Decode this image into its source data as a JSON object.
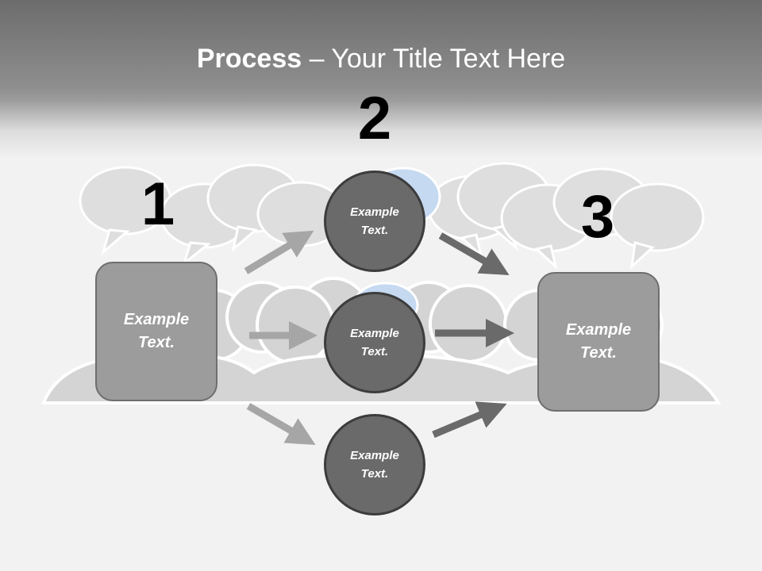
{
  "header": {
    "title_bold": "Process",
    "title_rest": " – Your Title Text Here"
  },
  "steps": {
    "step1_number": "1",
    "step2_number": "2",
    "step3_number": "3"
  },
  "nodes": {
    "start_box": "Example\nText.",
    "circle_top": "Example\nText.",
    "circle_middle": "Example\nText.",
    "circle_bottom": "Example\nText.",
    "end_box": "Example\nText."
  },
  "colors": {
    "header_dark": "#6c6c6c",
    "background": "#f2f2f2",
    "box_fill": "#9c9c9c",
    "circle_fill": "#6a6a6a",
    "arrow_light": "#a6a6a6",
    "arrow_dark": "#6a6a6a",
    "accent_blue": "#c5d9f1"
  }
}
